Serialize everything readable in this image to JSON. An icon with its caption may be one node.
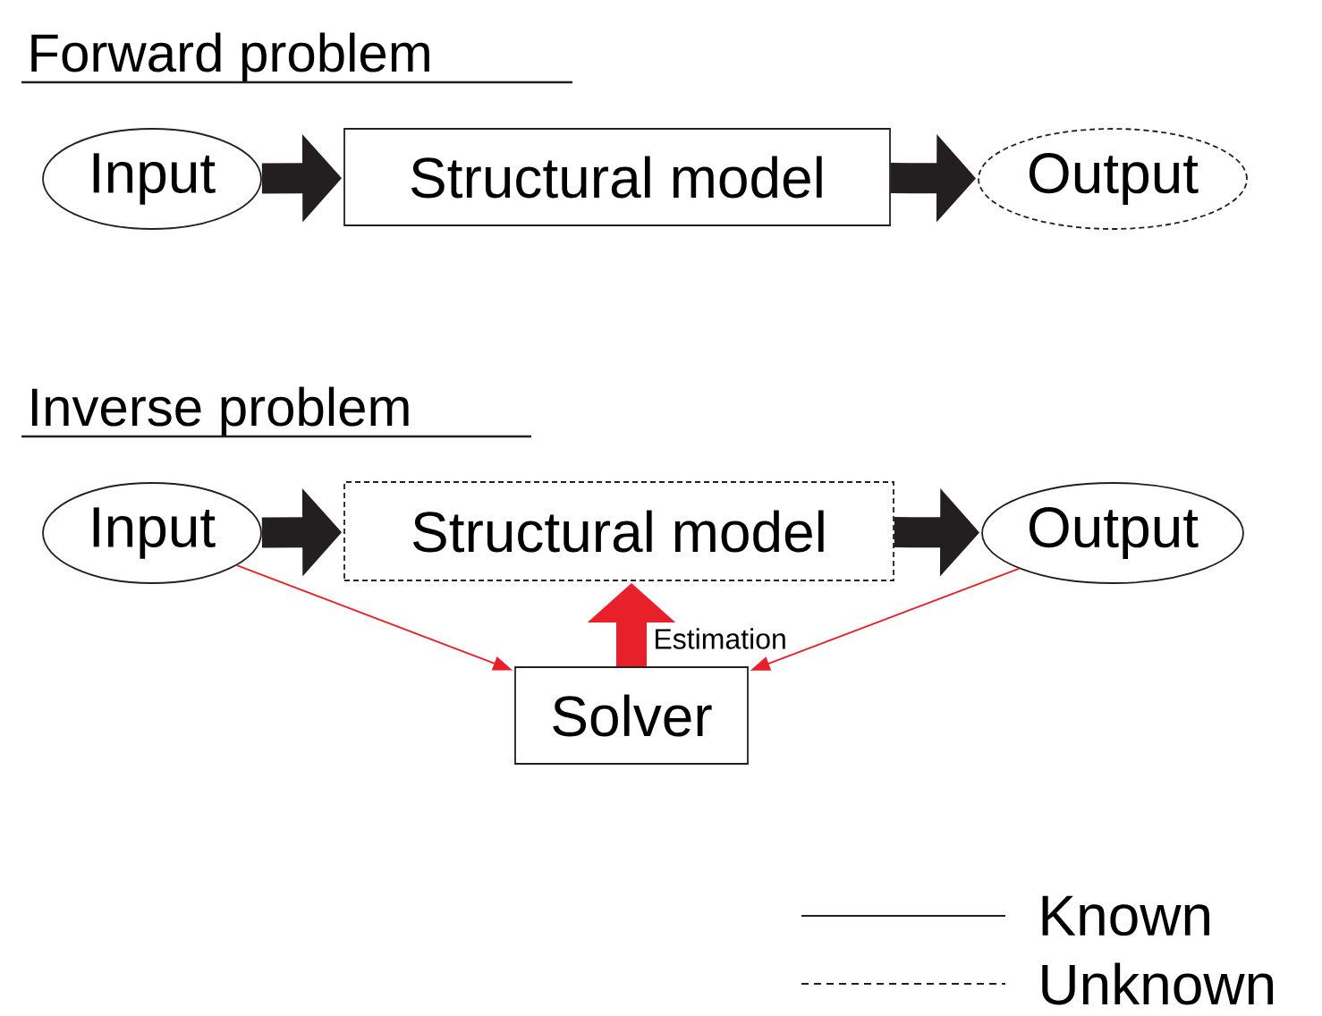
{
  "diagram": {
    "nodes": [
      {
        "text": [
          "Input"
        ]
      },
      {
        "text": [
          "Structural model"
        ]
      },
      {
        "text": [
          "Output"
        ]
      },
      {
        "text": [
          "Input"
        ]
      },
      {
        "text": [
          "Structural model"
        ]
      },
      {
        "text": [
          "Output"
        ]
      },
      {
        "text": [
          "Solver"
        ]
      }
    ],
    "edges": [
      {
        "from": 0,
        "to": 1,
        "arrow": "to"
      },
      {
        "from": 1,
        "to": 2,
        "arrow": "to"
      },
      {
        "from": 3,
        "to": 4,
        "arrow": "to"
      },
      {
        "from": 4,
        "to": 5,
        "arrow": "to"
      },
      {
        "from": 3,
        "to": 6,
        "arrow": "to",
        "color": "#e8202a"
      },
      {
        "from": 5,
        "to": 6,
        "arrow": "to",
        "color": "#e8202a"
      },
      {
        "from": 6,
        "to": 4,
        "arrow": "to",
        "color": "#e8202a",
        "label": "Estimation"
      }
    ],
    "labels": [
      "Forward problem",
      "Inverse problem"
    ],
    "legend": [
      {
        "text": "Known"
      },
      {
        "text": "Unknown"
      }
    ]
  }
}
